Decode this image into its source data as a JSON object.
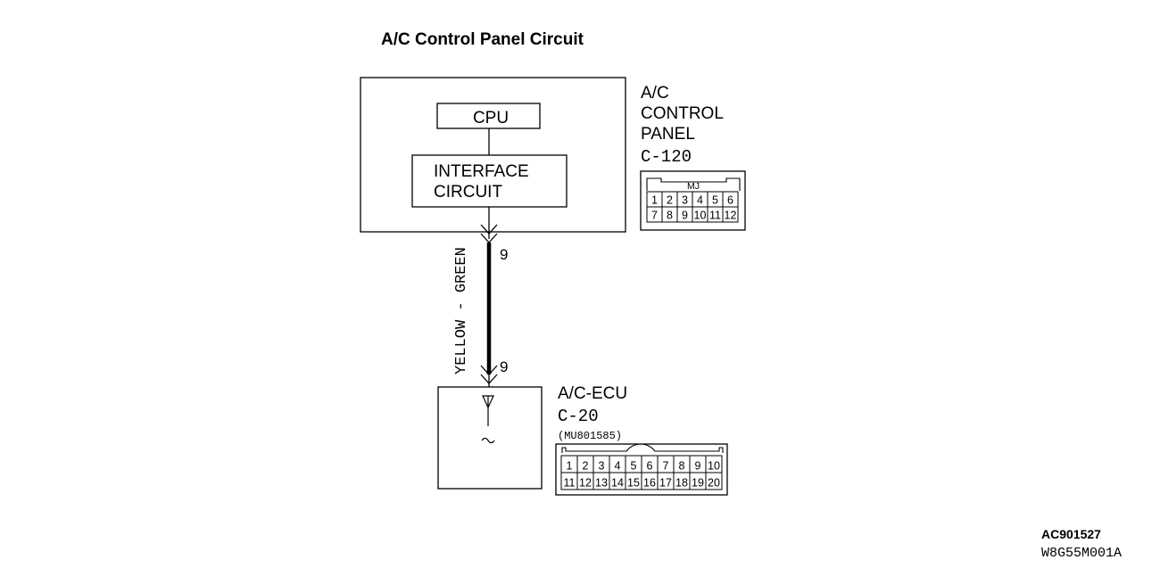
{
  "title": "A/C Control Panel Circuit",
  "panel": {
    "cpu_label": "CPU",
    "interface_line1": "INTERFACE",
    "interface_line2": "CIRCUIT",
    "name_line1": "A/C",
    "name_line2": "CONTROL",
    "name_line3": "PANEL",
    "connector_id": "C-120",
    "connector_code": "MJ",
    "pins_row1": [
      "1",
      "2",
      "3",
      "4",
      "5",
      "6"
    ],
    "pins_row2": [
      "7",
      "8",
      "9",
      "10",
      "11",
      "12"
    ],
    "terminal": "9"
  },
  "wire": {
    "color_label": "YELLOW - GREEN"
  },
  "ecu": {
    "name": "A/C-ECU",
    "connector_id": "C-20",
    "part_number": "(MU801585)",
    "pins_row1": [
      "1",
      "2",
      "3",
      "4",
      "5",
      "6",
      "7",
      "8",
      "9",
      "10"
    ],
    "pins_row2": [
      "11",
      "12",
      "13",
      "14",
      "15",
      "16",
      "17",
      "18",
      "19",
      "20"
    ],
    "terminal": "9"
  },
  "footer": {
    "code1": "AC901527",
    "code2": "W8G55M001A"
  }
}
